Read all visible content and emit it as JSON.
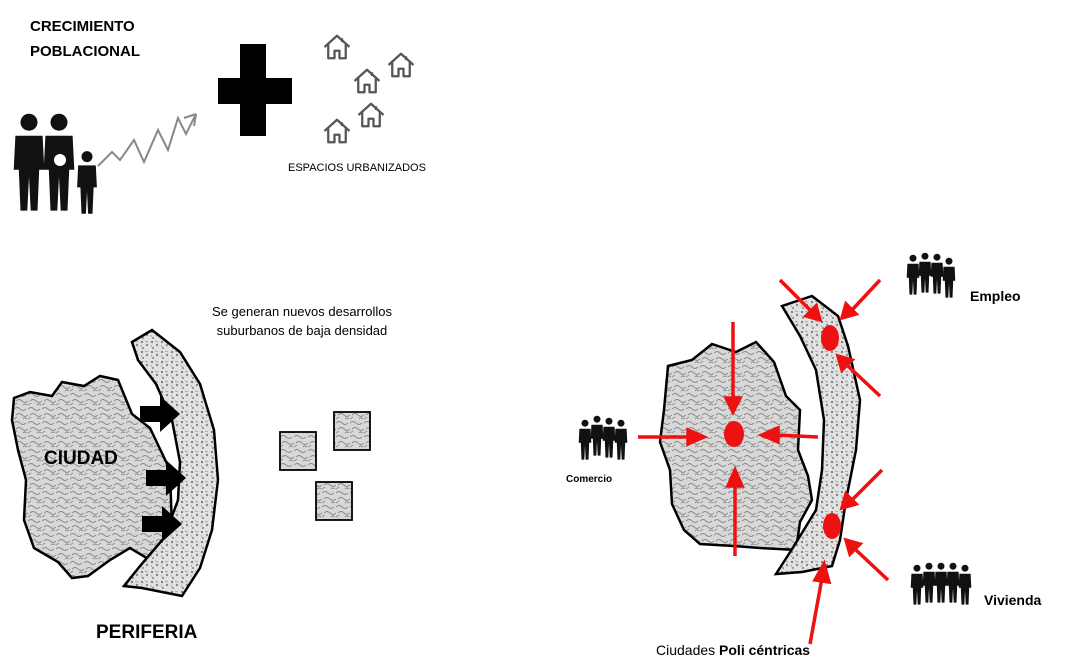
{
  "title": {
    "line1": "CRECIMIENTO",
    "line2": "POBLACIONAL"
  },
  "labels": {
    "espacios": "ESPACIOS URBANIZADOS",
    "desarrollos_line1": "Se generan nuevos desarrollos",
    "desarrollos_line2": "suburbanos de baja densidad",
    "ciudad": "CIUDAD",
    "periferia": "PERIFERIA",
    "empleo": "Empleo",
    "comercio": "Comercio",
    "vivienda": "Vivienda",
    "ciudades_prefix": "Ciudades ",
    "ciudades_bold": "Poli céntricas"
  },
  "icons": [
    "family-icon",
    "growth-zigzag-icon",
    "plus-icon",
    "house-icon",
    "right-arrow-icon",
    "people-group-icon"
  ],
  "colors": {
    "accent": "#ee1111",
    "fill_gray": "#c8c8c8",
    "ink": "#000000"
  }
}
